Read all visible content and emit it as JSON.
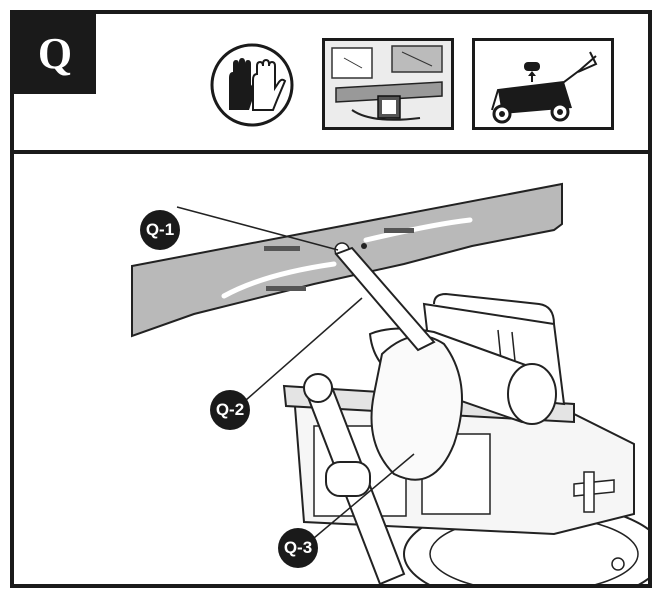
{
  "step": {
    "label": "Q"
  },
  "icons": {
    "gloves": "gloves-icon",
    "blade_under_deck": "blade-under-deck-icon",
    "disconnect_spark_plug": "spark-plug-disconnect-icon"
  },
  "callouts": [
    {
      "label": "Q-1"
    },
    {
      "label": "Q-2"
    },
    {
      "label": "Q-3"
    }
  ],
  "colors": {
    "ink": "#1a1a1a",
    "blade": "#b9b9b9",
    "paper": "#ffffff"
  }
}
